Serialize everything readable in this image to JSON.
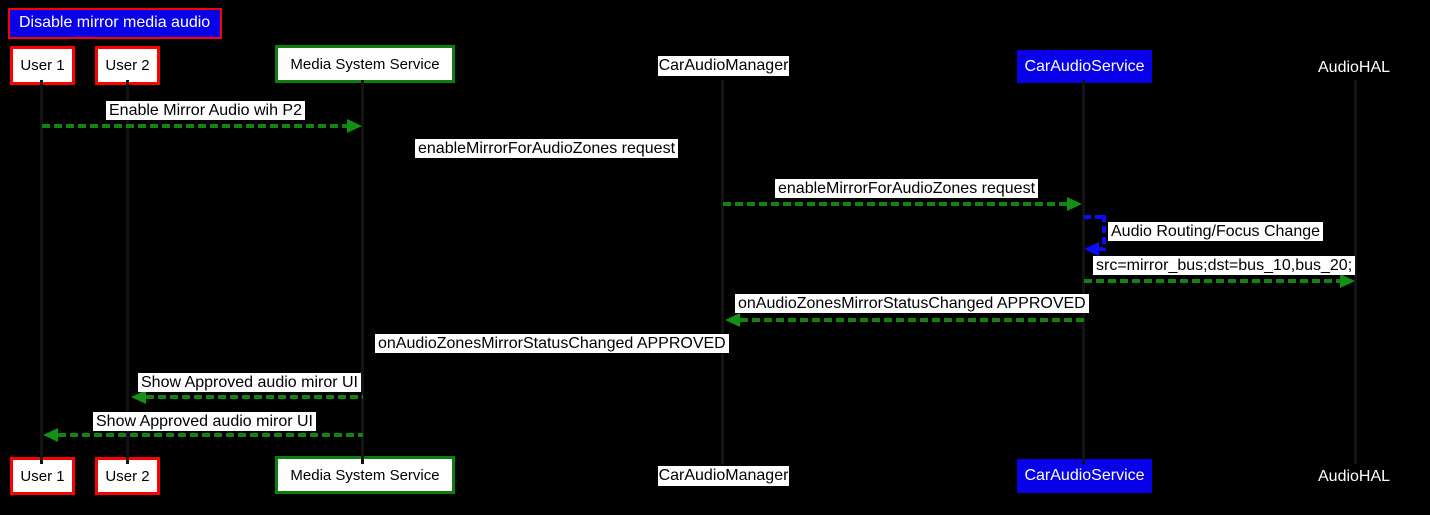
{
  "title": {
    "text": "Disable mirror media audio"
  },
  "participants": [
    {
      "id": "user-1",
      "label": "User 1"
    },
    {
      "id": "user-2",
      "label": "User 2"
    },
    {
      "id": "media-system-service",
      "label": "Media System Service"
    },
    {
      "id": "car-audio-manager",
      "label": "CarAudioManager"
    },
    {
      "id": "car-audio-service",
      "label": "CarAudioService"
    },
    {
      "id": "audio-hal",
      "label": "AudioHAL"
    }
  ],
  "messages": [
    {
      "from": "user-1",
      "to": "media-system-service",
      "text": "Enable Mirror Audio wih P2",
      "color": "green",
      "arrow_visible": true
    },
    {
      "from": "media-system-service",
      "to": "car-audio-manager",
      "text": "enableMirrorForAudioZones request",
      "color": "black",
      "arrow_visible": false
    },
    {
      "from": "car-audio-manager",
      "to": "car-audio-service",
      "text": "enableMirrorForAudioZones request",
      "color": "green",
      "arrow_visible": true
    },
    {
      "from": "car-audio-service",
      "to": "car-audio-service",
      "text": "Audio Routing/Focus Change",
      "color": "blue",
      "self_loop": true,
      "arrow_visible": true
    },
    {
      "from": "car-audio-service",
      "to": "audio-hal",
      "text": "src=mirror_bus;dst=bus_10,bus_20;",
      "color": "green",
      "arrow_visible": true
    },
    {
      "from": "car-audio-service",
      "to": "car-audio-manager",
      "text": "onAudioZonesMirrorStatusChanged APPROVED",
      "color": "green",
      "arrow_visible": true
    },
    {
      "from": "car-audio-manager",
      "to": "media-system-service",
      "text": "onAudioZonesMirrorStatusChanged APPROVED",
      "color": "black",
      "arrow_visible": false
    },
    {
      "from": "media-system-service",
      "to": "user-2",
      "text": "Show Approved audio miror UI",
      "color": "green",
      "arrow_visible": true
    },
    {
      "from": "media-system-service",
      "to": "user-1",
      "text": "Show Approved audio miror UI",
      "color": "green",
      "arrow_visible": true
    }
  ],
  "colors": {
    "background": "#000000",
    "green_arrow": "#0e850e",
    "blue_accent": "#0700e8",
    "blue_arrow": "#0b0bff",
    "red_border": "#ff0000",
    "box_fill": "#ffffff"
  }
}
